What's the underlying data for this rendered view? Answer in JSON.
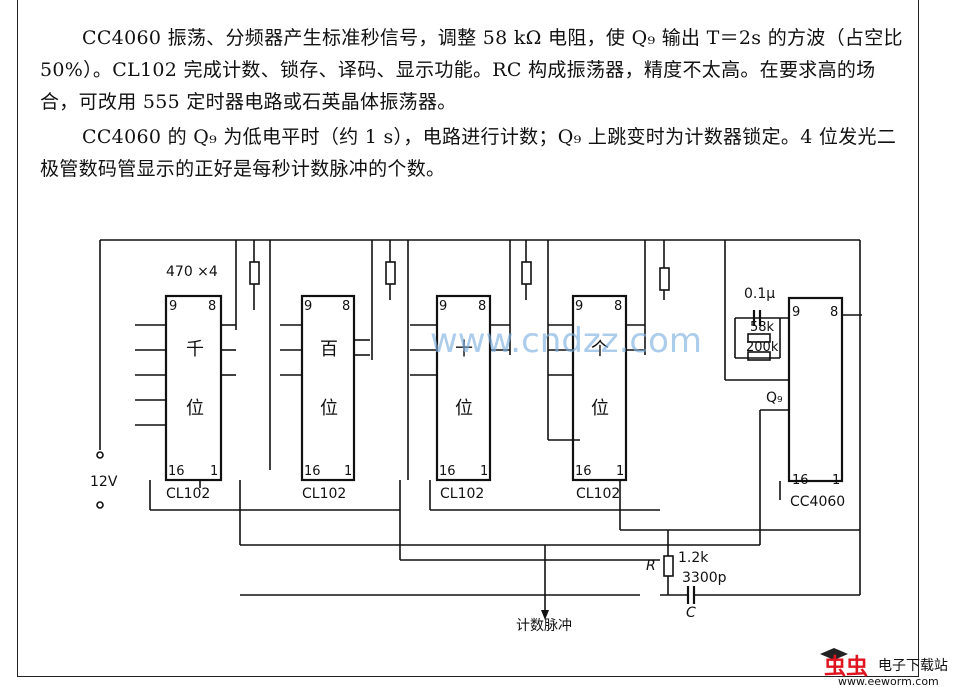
{
  "text": {
    "para1": "CC4060 振荡、分频器产生标准秒信号，调整 58 kΩ 电阻，使 Q₉ 输出 T＝2s 的方波（占空比 50%）。CL102 完成计数、锁存、译码、显示功能。RC 构成振荡器，精度不太高。在要求高的场合，可改用 555 定时器电路或石英晶体振荡器。",
    "para2": "CC4060 的 Q₉ 为低电平时（约 1 s），电路进行计数；Q₉ 上跳变时为计数器锁定。4 位发光二极管数码管显示的正好是每秒计数脉冲的个数。"
  },
  "diagram": {
    "resistor_array_label": "470 ×4",
    "power_label": "12V",
    "chips": [
      {
        "name": "CL102",
        "digit_top": "千",
        "digit_bottom": "位",
        "pin_tl": "9",
        "pin_tr": "8",
        "pin_bl": "16",
        "pin_br": "1"
      },
      {
        "name": "CL102",
        "digit_top": "百",
        "digit_bottom": "位",
        "pin_tl": "9",
        "pin_tr": "8",
        "pin_bl": "16",
        "pin_br": "1"
      },
      {
        "name": "CL102",
        "digit_top": "十",
        "digit_bottom": "位",
        "pin_tl": "9",
        "pin_tr": "8",
        "pin_bl": "16",
        "pin_br": "1"
      },
      {
        "name": "CL102",
        "digit_top": "个",
        "digit_bottom": "位",
        "pin_tl": "9",
        "pin_tr": "8",
        "pin_bl": "16",
        "pin_br": "1"
      }
    ],
    "osc_chip": {
      "name": "CC4060",
      "pin_tl": "9",
      "pin_tr": "8",
      "pin_bl": "16",
      "pin_br": "1",
      "output_label": "Q₉"
    },
    "cap_osc": "0.1μ",
    "res_58k": "58k",
    "res_200k": "200k",
    "r_label": "R",
    "r_value": "1.2k",
    "c_value": "3300p",
    "c_label": "C",
    "count_input": "计数脉冲"
  },
  "watermark": "www.cndzz.com",
  "brand": {
    "name": "虫虫",
    "suffix": "电子下载站",
    "url": "www.eeworm.com"
  }
}
